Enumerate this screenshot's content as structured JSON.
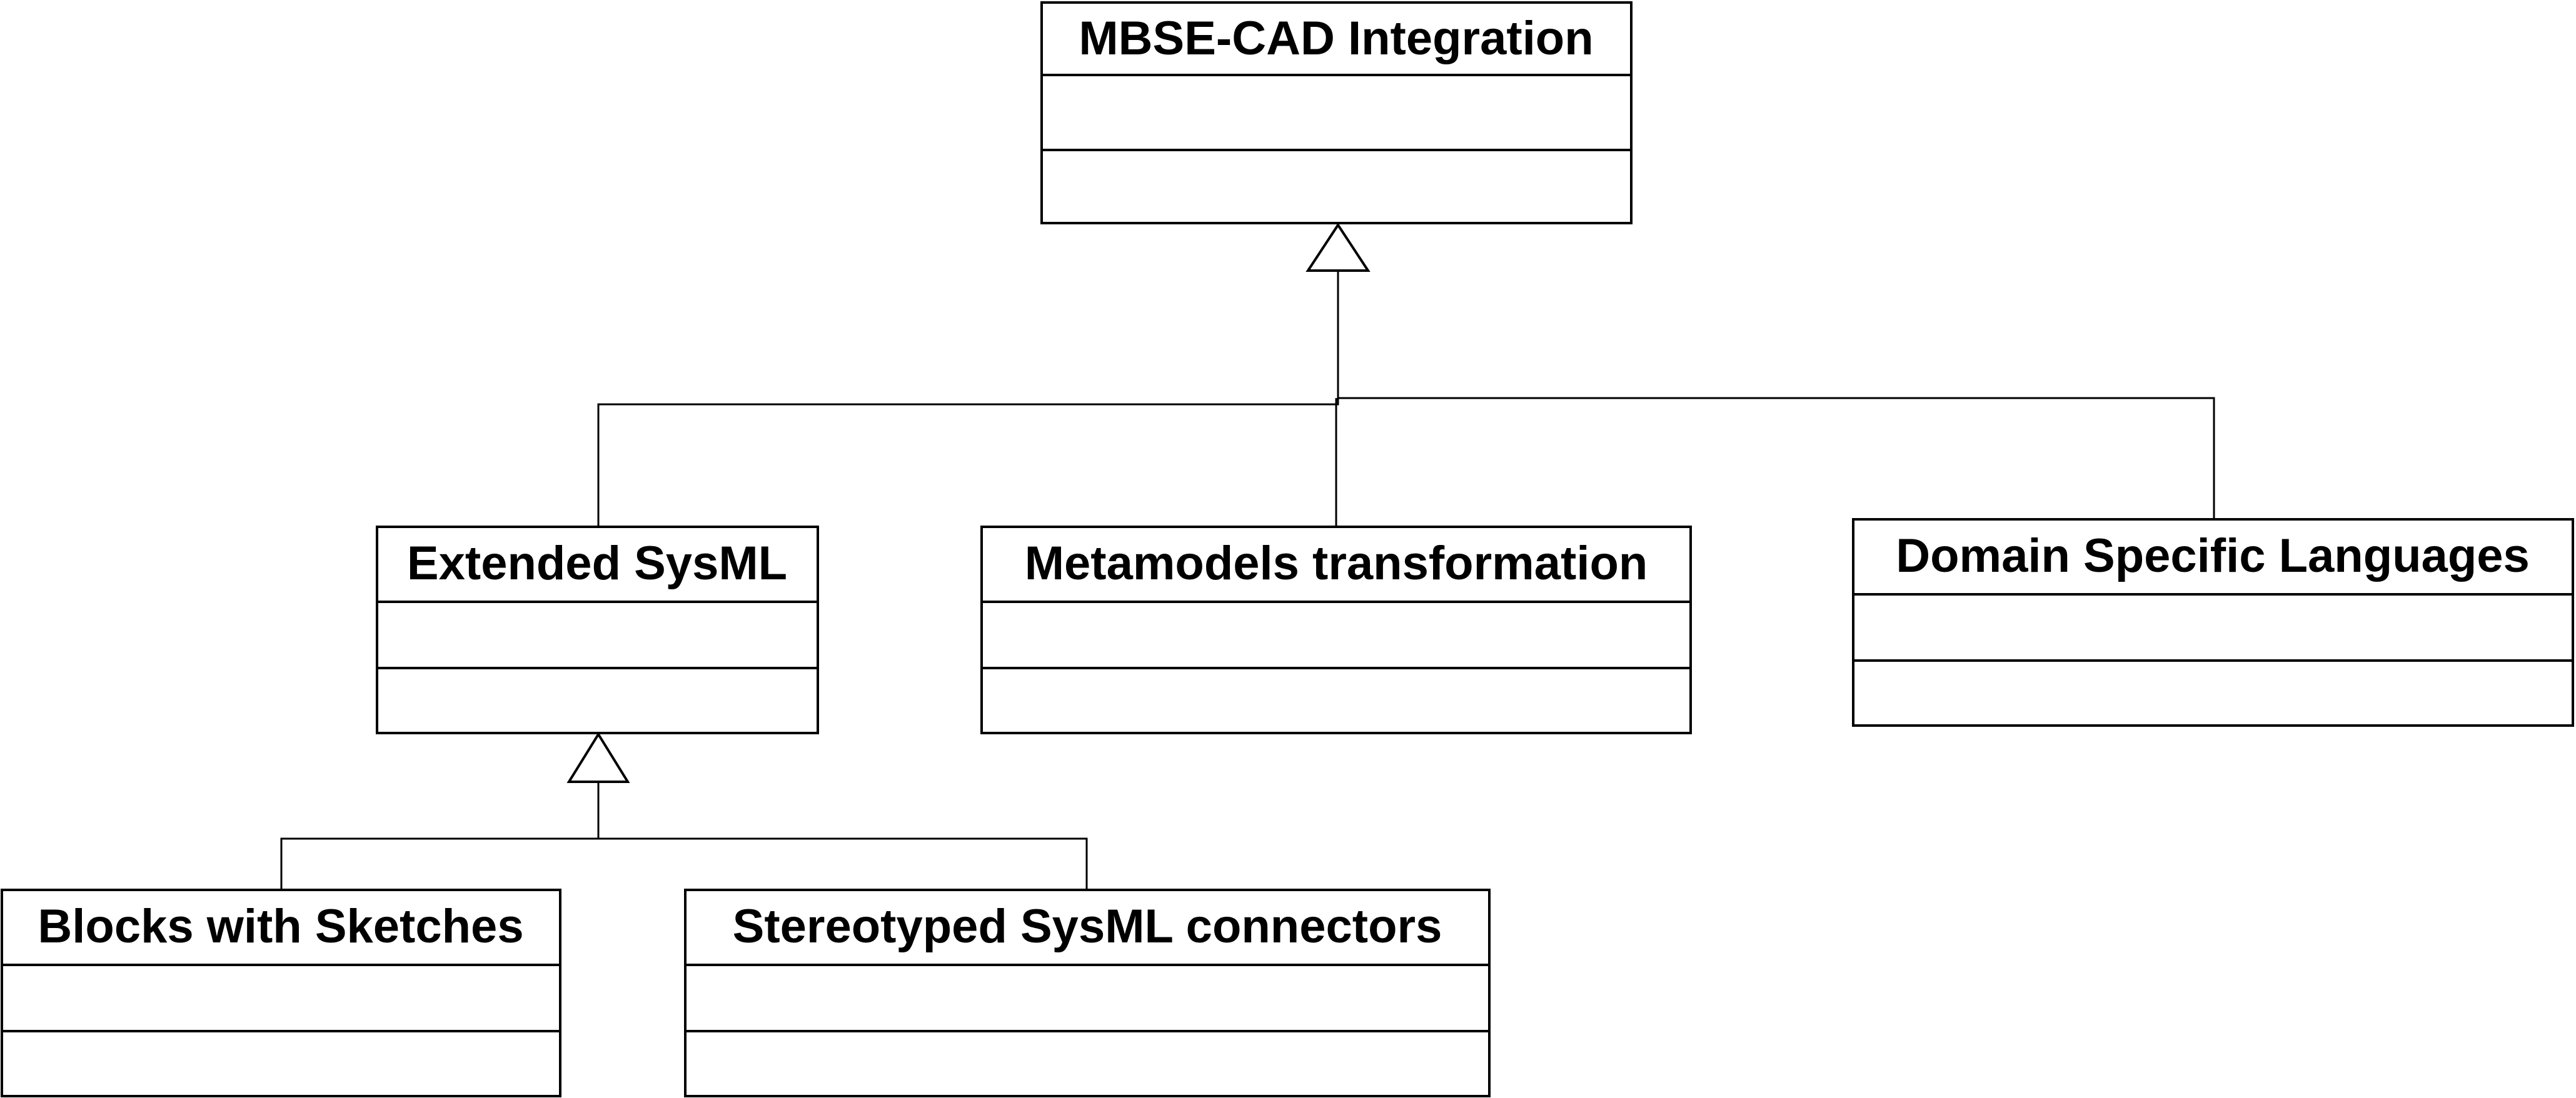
{
  "diagram": {
    "type": "uml-class-generalization",
    "classes": {
      "root": {
        "name": "MBSE-CAD Integration"
      },
      "extended_sysml": {
        "name": "Extended SysML"
      },
      "metamodels": {
        "name": "Metamodels transformation"
      },
      "dsl": {
        "name": "Domain Specific Languages"
      },
      "blocks_sketches": {
        "name": "Blocks with Sketches"
      },
      "stereotyped_connectors": {
        "name": "Stereotyped SysML connectors"
      }
    },
    "relations": [
      {
        "from": "extended_sysml",
        "to": "root",
        "kind": "generalization"
      },
      {
        "from": "metamodels",
        "to": "root",
        "kind": "generalization"
      },
      {
        "from": "dsl",
        "to": "root",
        "kind": "generalization"
      },
      {
        "from": "blocks_sketches",
        "to": "extended_sysml",
        "kind": "generalization"
      },
      {
        "from": "stereotyped_connectors",
        "to": "extended_sysml",
        "kind": "generalization"
      }
    ],
    "colors": {
      "line": "#000000",
      "fill": "#ffffff",
      "text": "#000000"
    }
  }
}
